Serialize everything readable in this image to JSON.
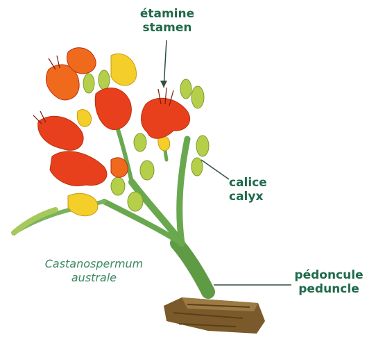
{
  "labels": {
    "stamen": {
      "fr": "étamine",
      "en": "stamen"
    },
    "calyx": {
      "fr": "calice",
      "en": "calyx"
    },
    "peduncle": {
      "fr": "pédoncule",
      "en": "peduncle"
    }
  },
  "species": {
    "genus": "Castanospermum",
    "epithet": "australe"
  },
  "colors": {
    "label_text": "#1f6a4a",
    "species_text": "#3c8a63",
    "petal_red": "#e8401c",
    "petal_orange": "#f06a1e",
    "petal_yellow": "#f4cf2a",
    "stem_green": "#6aa84f",
    "bud_green": "#b5cf4a",
    "bark_brown": "#7a5a2a"
  }
}
